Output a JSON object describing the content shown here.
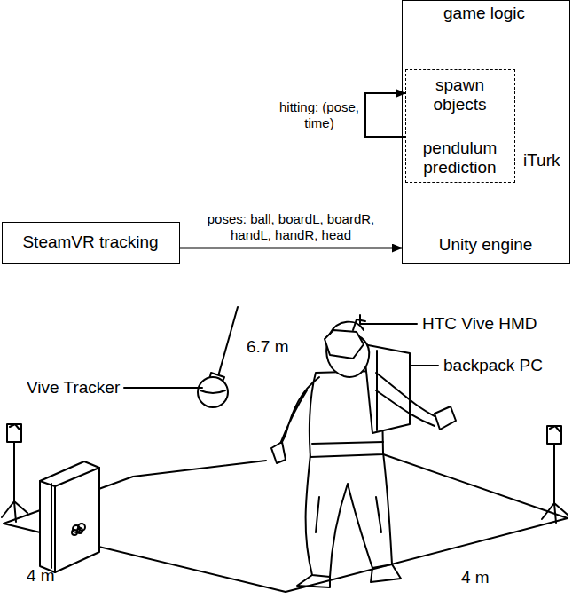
{
  "diagram": {
    "nodes": [
      {
        "text": [
          "Unity engine"
        ]
      },
      {
        "text": [
          "game logic"
        ],
        "in": 0
      },
      {
        "text": [
          "spawn objects",
          "pendulum prediction"
        ],
        "in": 0
      },
      {
        "text": [
          "SteamVR tracking"
        ]
      }
    ],
    "edges": [
      {
        "from": 3,
        "to": 0,
        "label": "poses: ball, boardL, boardR, handL, handR, head",
        "arrow": "to"
      },
      {
        "from": 2,
        "to": 2,
        "label": "hitting: (pose, time)",
        "arrow": "to"
      }
    ],
    "labels": [
      "iTurk",
      "6.7 m",
      "HTC Vive HMD",
      "backpack PC",
      "Vive Tracker",
      "4 m",
      "4 m"
    ]
  }
}
